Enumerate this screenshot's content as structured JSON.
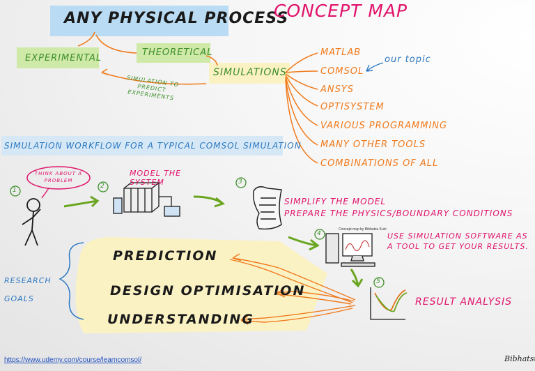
{
  "title": "Any Physical Process",
  "concept_map_title": "Concept Map",
  "process_branches": {
    "experimental": "Experimental",
    "theoretical": "Theoretical",
    "simulations": "Simulations",
    "simulation_note": "Simulation to predict experiments"
  },
  "tools": [
    "MATLAB",
    "COMSOL",
    "ANSYS",
    "OPTISYSTEM",
    "VARIOUS PROGRAMMING",
    "MANY OTHER TOOLS",
    "COMBINATIONS OF ALL"
  ],
  "our_topic": "our topic",
  "workflow_title": "Simulation workflow for a typical COMSOL Simulation",
  "steps": {
    "s1_number": "1",
    "s1_bubble": "Think about a problem",
    "s2_number": "2",
    "s2_label": "Model the system",
    "s3_number": "3",
    "s3_line1": "Simplify the model",
    "s3_line2": "Prepare the physics/boundary conditions",
    "s4_number": "4",
    "s4_caption": "Concept map by Bibhatsu Kuiri",
    "s4_text": "Use simulation software as a tool to get your results.",
    "s5_number": "5",
    "s5_label": "Result analysis"
  },
  "research_goals_label": "Research goals",
  "goals": [
    "PREDICTION",
    "DESIGN OPTIMISATION",
    "UNDERSTANDING"
  ],
  "footer_url": "https://www.udemy.com/course/learncomsol/",
  "signature": "Bibhatsu",
  "colors": {
    "title_highlight": "#b9dcf4",
    "green_highlight": "#cfe9a8",
    "yellow_highlight": "#fbf2c4",
    "pink": "#e0136b",
    "orange": "#f07a1c",
    "green_arrow": "#6aa51f",
    "blue_note": "#2b78c2"
  }
}
